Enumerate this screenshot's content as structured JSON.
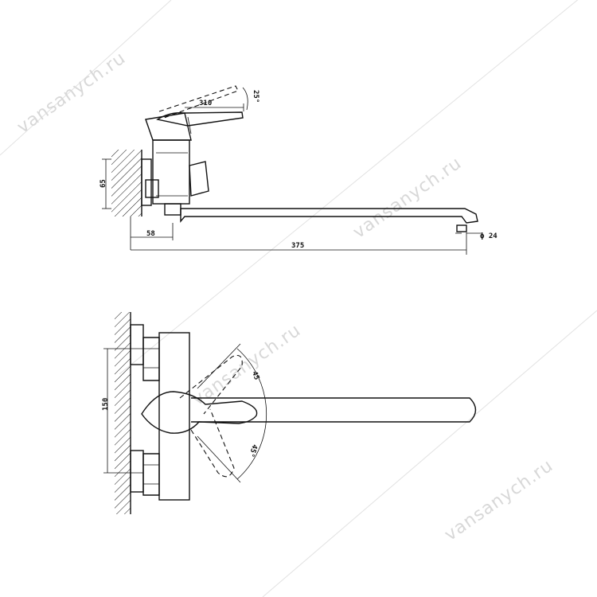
{
  "watermark": {
    "text": "vansanych.ru"
  },
  "side_view": {
    "dim_handle_length": "310",
    "dim_handle_angle": "25°",
    "dim_height": "65",
    "dim_wall_offset": "58",
    "dim_total_length": "375",
    "dim_spout_diameter": "ϕ 24"
  },
  "top_view": {
    "dim_center_distance": "150",
    "dim_angle_upper": "45",
    "dim_angle_lower": "45°"
  }
}
